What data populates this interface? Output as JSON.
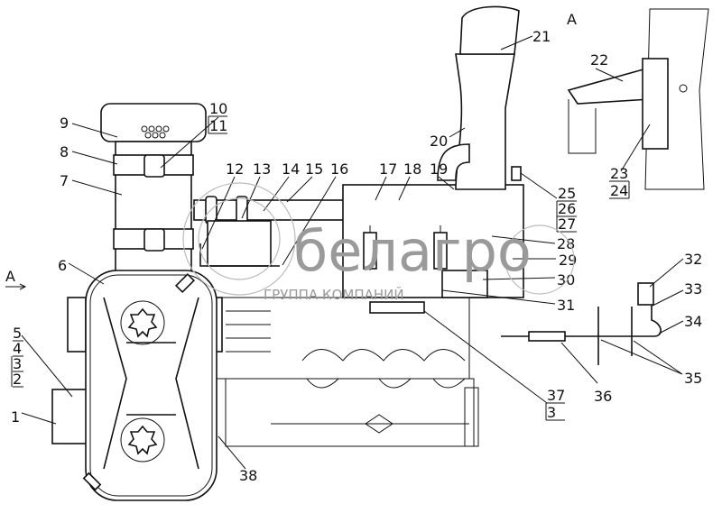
{
  "diagram": {
    "view_marker": "A",
    "watermark": {
      "brand": "белагро",
      "subtitle": "ГРУППА КОМПАНИЙ"
    },
    "callouts": [
      "1",
      "2",
      "3",
      "4",
      "5",
      "6",
      "7",
      "8",
      "9",
      "10",
      "11",
      "12",
      "13",
      "14",
      "15",
      "16",
      "17",
      "18",
      "19",
      "20",
      "21",
      "22",
      "23",
      "24",
      "25",
      "26",
      "27",
      "28",
      "29",
      "30",
      "31",
      "32",
      "33",
      "34",
      "35",
      "36",
      "37",
      "3",
      "38"
    ],
    "underlined_refs": [
      "2",
      "3",
      "11",
      "24",
      "26",
      "27",
      "3"
    ],
    "color": "#111111"
  }
}
